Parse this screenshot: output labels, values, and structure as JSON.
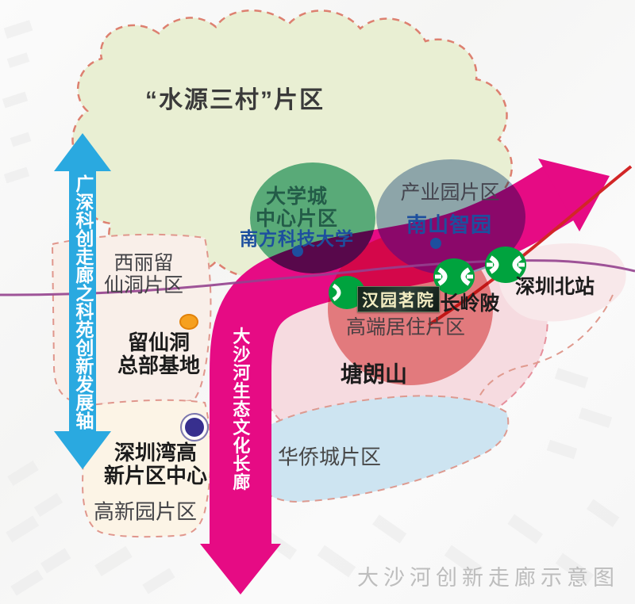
{
  "title_caption": "大沙河创新走廊示意图",
  "arrows": {
    "axis": {
      "label": "广深科创走廊之科苑创新发展轴",
      "color": "#2aa9e0"
    },
    "river": {
      "label": "大沙河生态文化长廊",
      "color": "#e60b84"
    }
  },
  "zones": {
    "shuiyuan": {
      "label": "“水源三村”片区",
      "fill": "#e9efd3"
    },
    "xili": {
      "line1": "西丽留",
      "line2": "仙洞片区",
      "fill": "#f9efe9"
    },
    "gaoxin": {
      "label": "高新园片区",
      "fill": "#fcf4e6"
    },
    "oct": {
      "label": "华侨城片区",
      "fill": "#cde4f1"
    },
    "tanglang": {
      "label": "塘朗山",
      "fill": "#f6dbe0"
    },
    "university_town": {
      "line1": "大学城",
      "line2": "中心片区",
      "sub": "南方科技大学",
      "fill": "#4fae84"
    },
    "industry_park": {
      "label": "产业园片区",
      "sub": "南山智园",
      "fill": "#8fa7c6"
    },
    "residential": {
      "label": "高端居住片区",
      "fill": "#e98181"
    }
  },
  "places": {
    "liuxiandong": {
      "line1": "留仙洞",
      "line2": "总部基地"
    },
    "szbay": {
      "line1": "深圳湾高",
      "line2": "新片区中心"
    },
    "hanyuan": {
      "label": "汉园茗院"
    },
    "changlingpo": {
      "label": "长岭陂"
    },
    "shenzhen_north": {
      "label": "深圳北站"
    }
  },
  "icons": {
    "metro": "shenzhen-metro-logo",
    "metro_color": "#00a33e"
  },
  "lines": {
    "rail_color": "#93418e",
    "highway_color": "#d22627"
  },
  "dots": {
    "sustech": "#1d4f9e",
    "nanshan": "#1d4f9e",
    "liuxiandong_orange": "#f6a01f",
    "szbay_navy": "#372f8e"
  }
}
